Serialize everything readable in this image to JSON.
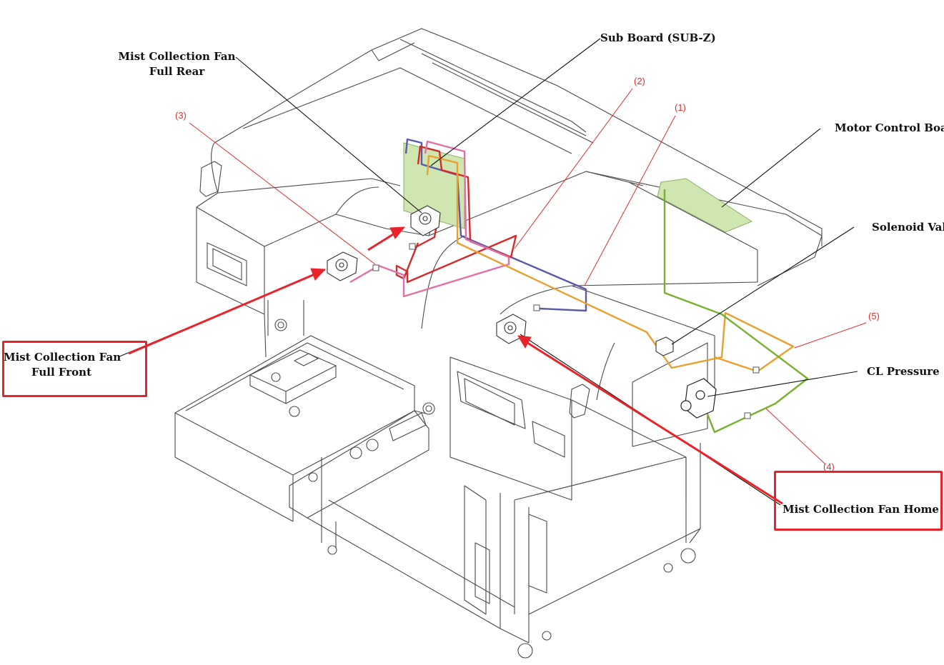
{
  "labels": {
    "sub_board": "Sub Board (SUB-Z)",
    "fan_rear_line1": "Mist Collection Fan",
    "fan_rear_line2": "Full Rear",
    "motor_board": "Motor Control Boa",
    "solenoid": "Solenoid Val",
    "cl_pressure": "CL Pressure",
    "fan_front_line1": "Mist Collection Fan",
    "fan_front_line2": "Full Front",
    "fan_home": "Mist Collection Fan Home"
  },
  "callouts": {
    "c1": "(1)",
    "c2": "(2)",
    "c3": "(3)",
    "c4": "(4)",
    "c5": "(5)"
  },
  "colors": {
    "highlight_red": "#e8242a",
    "callout_red": "#e03030",
    "wire_blue": "#5a5aa8",
    "wire_red": "#d42a2a",
    "wire_pink": "#e070a8",
    "wire_orange": "#e8a030",
    "wire_green": "#78b030",
    "board_fill": "#cfe6b0"
  }
}
